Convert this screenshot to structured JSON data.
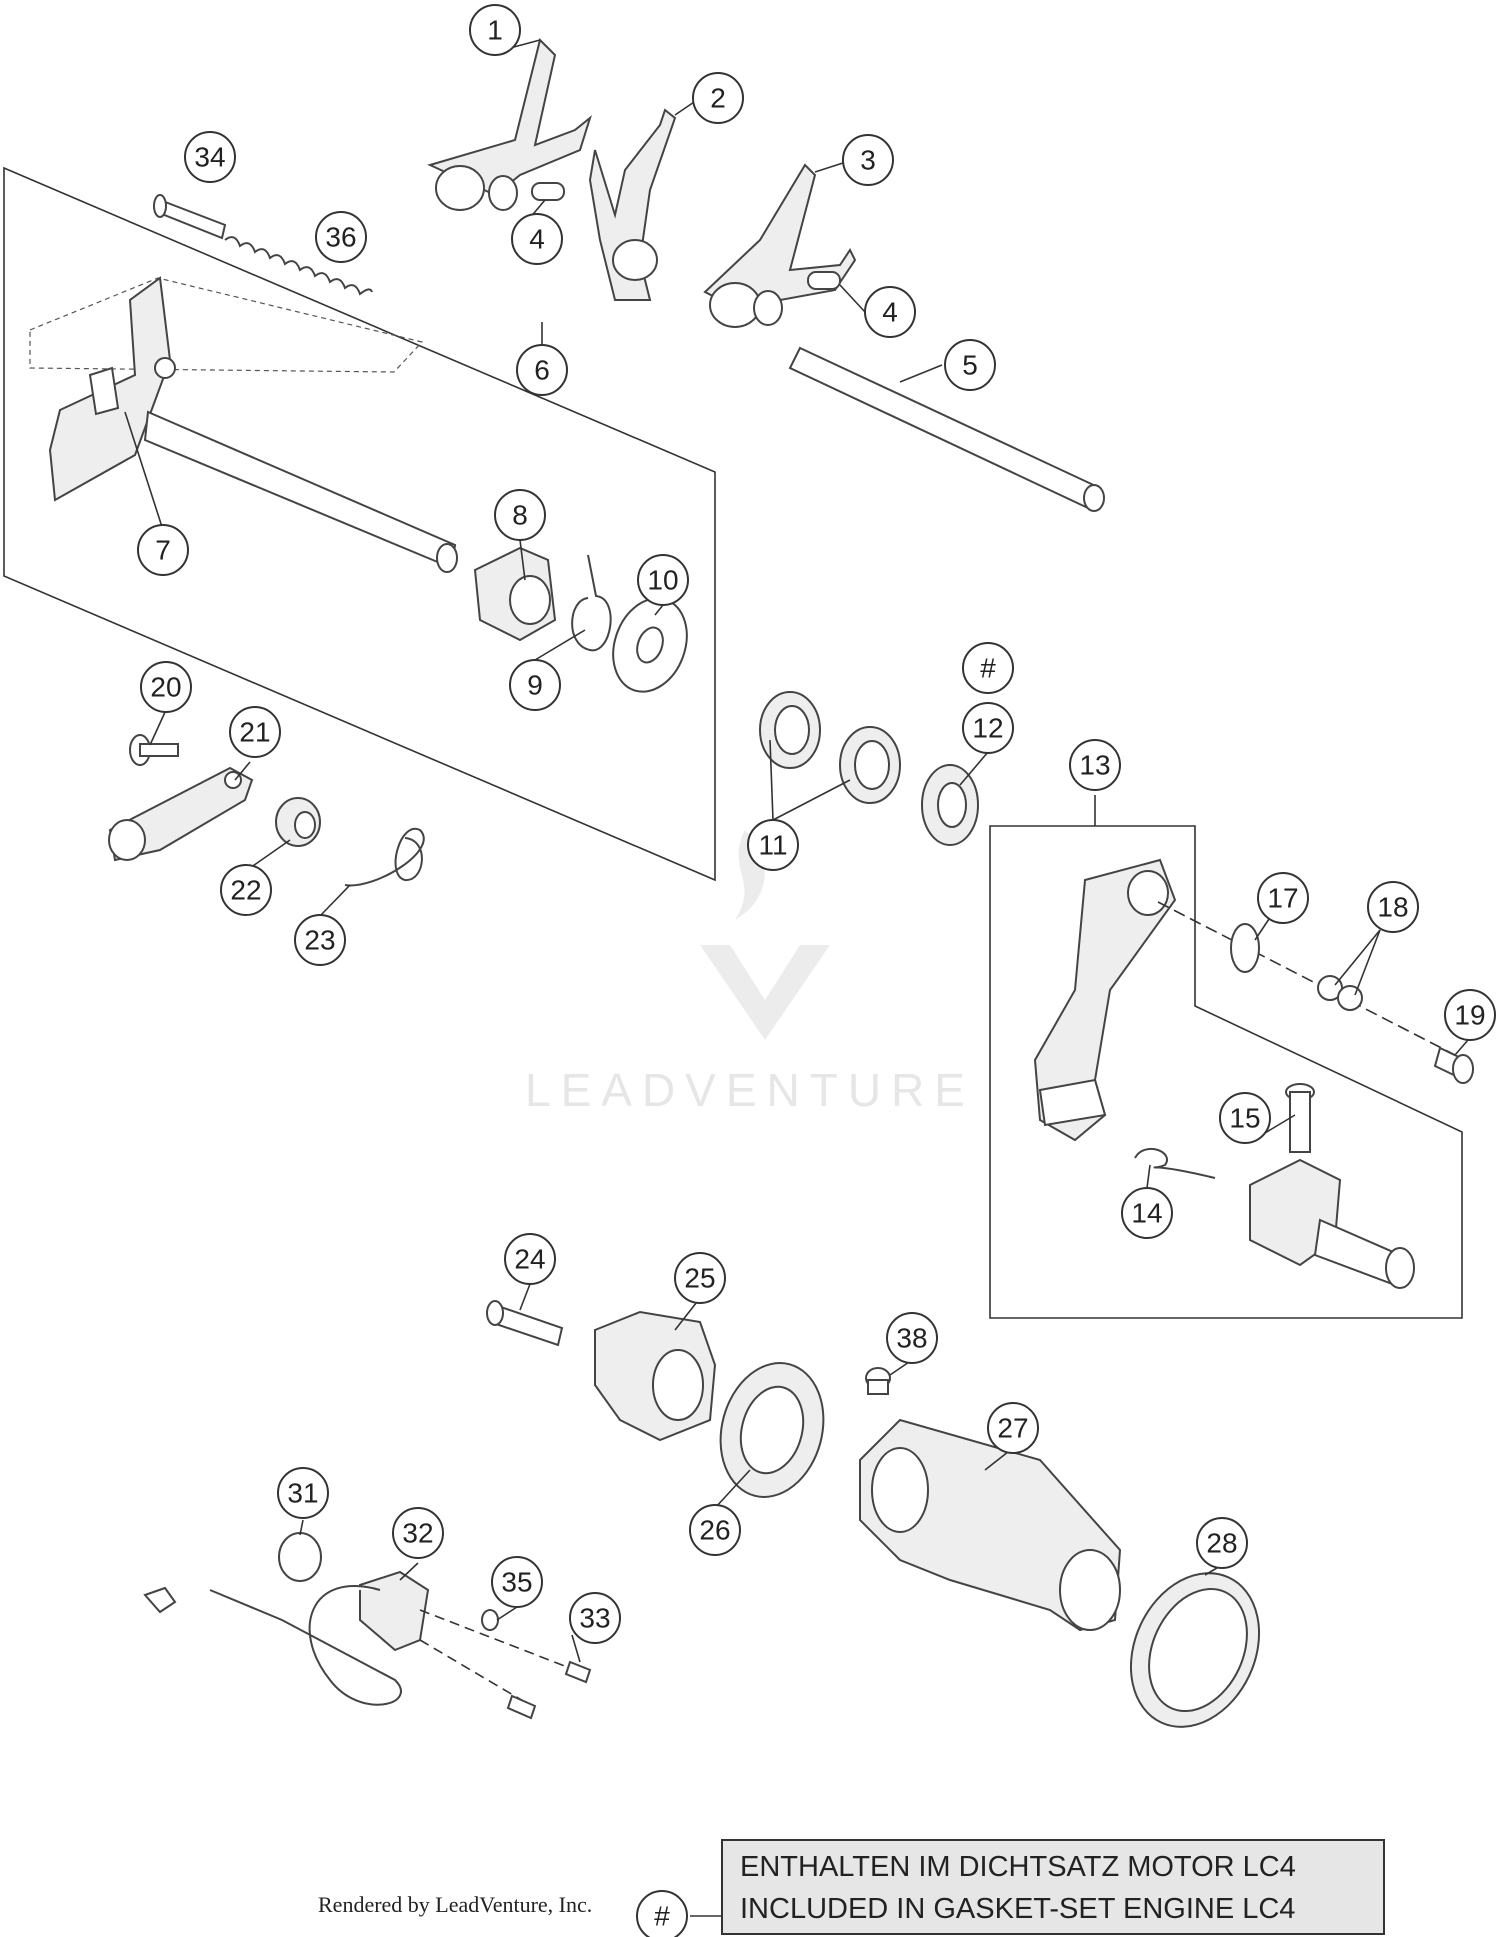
{
  "callouts": [
    {
      "label": "1"
    },
    {
      "label": "2"
    },
    {
      "label": "3"
    },
    {
      "label": "4"
    },
    {
      "label": "4"
    },
    {
      "label": "5"
    },
    {
      "label": "6"
    },
    {
      "label": "7"
    },
    {
      "label": "8"
    },
    {
      "label": "9"
    },
    {
      "label": "10"
    },
    {
      "label": "#"
    },
    {
      "label": "12"
    },
    {
      "label": "11"
    },
    {
      "label": "13"
    },
    {
      "label": "17"
    },
    {
      "label": "18"
    },
    {
      "label": "19"
    },
    {
      "label": "15"
    },
    {
      "label": "14"
    },
    {
      "label": "20"
    },
    {
      "label": "21"
    },
    {
      "label": "22"
    },
    {
      "label": "23"
    },
    {
      "label": "24"
    },
    {
      "label": "25"
    },
    {
      "label": "38"
    },
    {
      "label": "27"
    },
    {
      "label": "26"
    },
    {
      "label": "28"
    },
    {
      "label": "31"
    },
    {
      "label": "32"
    },
    {
      "label": "35"
    },
    {
      "label": "33"
    },
    {
      "label": "34"
    },
    {
      "label": "36"
    },
    {
      "label": "#"
    }
  ],
  "watermark": {
    "brand": "LEADVENTURE"
  },
  "note": {
    "symbol": "#",
    "line_de": "ENTHALTEN IM DICHTSATZ MOTOR LC4",
    "line_en": "INCLUDED IN GASKET-SET ENGINE LC4"
  },
  "credit": "Rendered by LeadVenture, Inc."
}
